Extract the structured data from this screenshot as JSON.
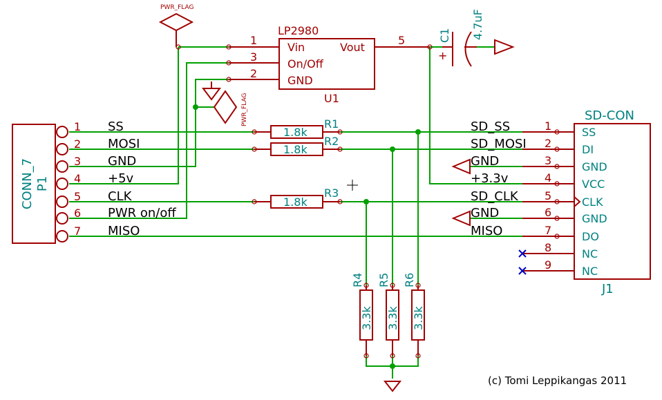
{
  "p1": {
    "ref": "P1",
    "value": "CONN_7",
    "pins": [
      {
        "num": "1",
        "label": "SS"
      },
      {
        "num": "2",
        "label": "MOSI"
      },
      {
        "num": "3",
        "label": "GND"
      },
      {
        "num": "4",
        "label": "+5v"
      },
      {
        "num": "5",
        "label": "CLK"
      },
      {
        "num": "6",
        "label": "PWR on/off"
      },
      {
        "num": "7",
        "label": "MISO"
      }
    ]
  },
  "j1": {
    "ref": "J1",
    "value": "SD-CON",
    "pins": [
      {
        "num": "1",
        "name": "SS",
        "net": "SD_SS"
      },
      {
        "num": "2",
        "name": "DI",
        "net": "SD_MOSI"
      },
      {
        "num": "3",
        "name": "GND",
        "net": "GND"
      },
      {
        "num": "4",
        "name": "VCC",
        "net": "+3.3v"
      },
      {
        "num": "5",
        "name": "CLK",
        "net": "SD_CLK"
      },
      {
        "num": "6",
        "name": "GND",
        "net": "GND"
      },
      {
        "num": "7",
        "name": "DO",
        "net": "MISO"
      },
      {
        "num": "8",
        "name": "NC",
        "net": ""
      },
      {
        "num": "9",
        "name": "NC",
        "net": ""
      }
    ]
  },
  "u1": {
    "ref": "U1",
    "value": "LP2980",
    "pins": [
      {
        "num": "1",
        "name": "Vin"
      },
      {
        "num": "3",
        "name": "On/Off"
      },
      {
        "num": "2",
        "name": "GND"
      },
      {
        "num": "5",
        "name": "Vout"
      }
    ]
  },
  "c1": {
    "ref": "C1",
    "value": "4.7uF"
  },
  "resistors": [
    {
      "ref": "R1",
      "value": "1.8k"
    },
    {
      "ref": "R2",
      "value": "1.8k"
    },
    {
      "ref": "R3",
      "value": "1.8k"
    },
    {
      "ref": "R4",
      "value": "3.3k"
    },
    {
      "ref": "R5",
      "value": "3.3k"
    },
    {
      "ref": "R6",
      "value": "3.3k"
    }
  ],
  "flags": {
    "pwr_flag_top": "PWR_FLAG",
    "pwr_flag_gnd": "PWR_FLAG"
  },
  "copyright": "(c) Tomi Leppikangas 2011"
}
